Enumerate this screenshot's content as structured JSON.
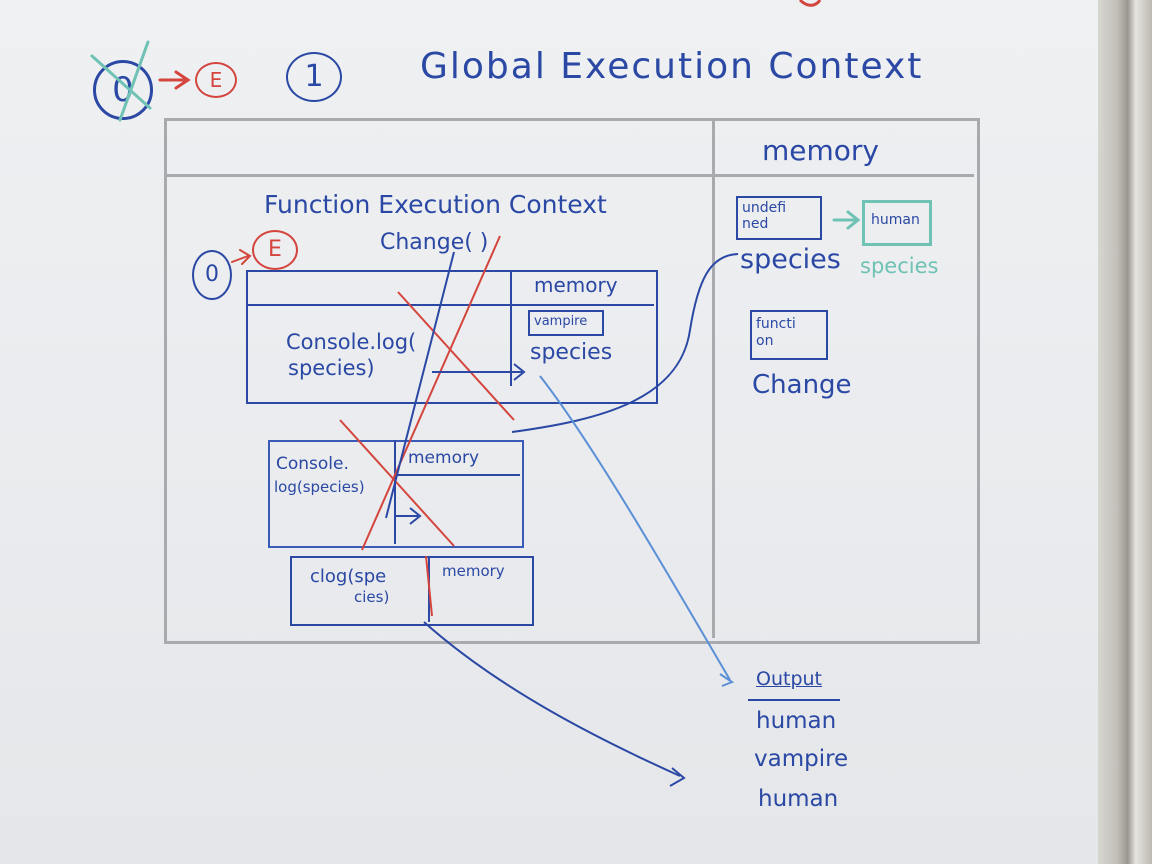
{
  "header": {
    "title": "Global Execution Context",
    "step_one": "1",
    "step_e": "E",
    "step_zero": "0"
  },
  "global_context": {
    "memory_label": "memory",
    "memory_items": [
      {
        "value": "undefi ned",
        "next_value": "human",
        "name": "species",
        "ghost_name": "species"
      },
      {
        "value": "functi on",
        "name": "Change"
      }
    ]
  },
  "function_context": {
    "title": "Function Execution Context",
    "subtitle": "Change( )",
    "step_zero": "0",
    "step_e": "E",
    "call1": {
      "code_line1": "Console.log(",
      "code_line2": "species)",
      "memory_label": "memory",
      "memory_value": "vampire",
      "memory_name": "species"
    },
    "call2": {
      "code_line1": "Console.",
      "code_line2": "log(species)",
      "memory_label": "memory"
    },
    "call3": {
      "code_line1": "clog(spe",
      "code_line2": "cies)",
      "memory_label": "memory"
    }
  },
  "output": {
    "label": "Output",
    "lines": [
      "human",
      "vampire",
      "human"
    ]
  },
  "colors": {
    "marker_blue": "#2a48a4",
    "marker_red": "#d4453d",
    "marker_teal": "#6fc2b4",
    "marker_gray": "#a9aaad"
  }
}
